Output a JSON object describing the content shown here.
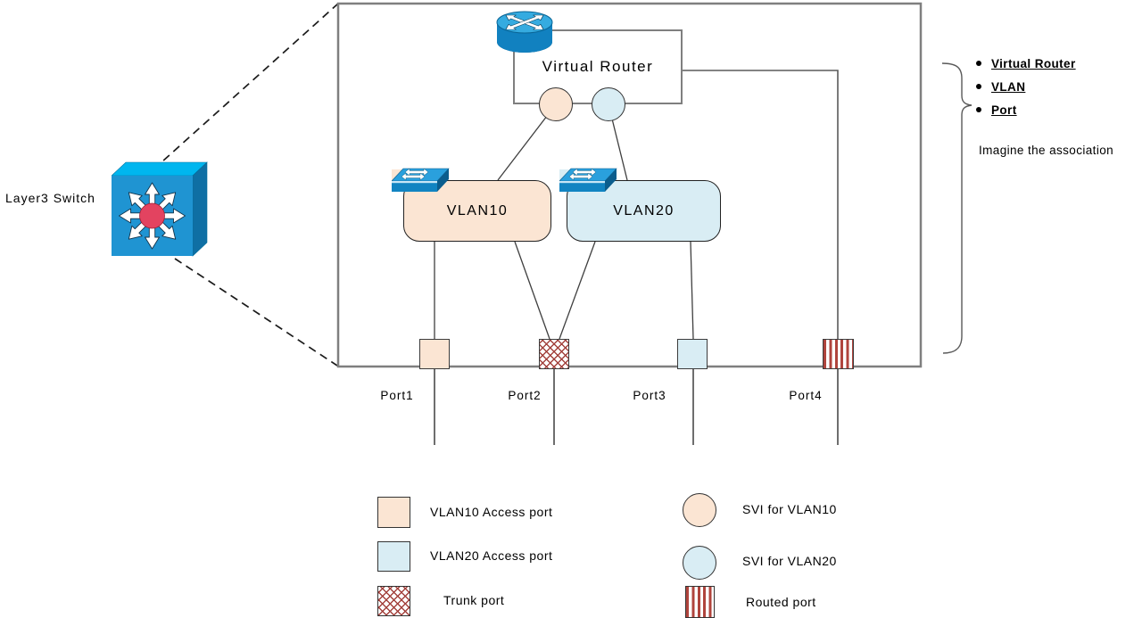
{
  "diagram": {
    "switch_label": "Layer3 Switch",
    "virtual_router": "Virtual Router",
    "vlan10": "VLAN10",
    "vlan20": "VLAN20",
    "ports": [
      {
        "label": "Port1",
        "type": "VLAN10 Access port"
      },
      {
        "label": "Port2",
        "type": "Trunk port"
      },
      {
        "label": "Port3",
        "type": "VLAN20 Access port"
      },
      {
        "label": "Port4",
        "type": "Routed port"
      }
    ],
    "icons": [
      "layer3-switch-icon",
      "router-icon",
      "switch-icon"
    ]
  },
  "annotation": {
    "bullets": [
      {
        "label": "Virtual Router"
      },
      {
        "label": "VLAN"
      },
      {
        "label": "Port"
      }
    ],
    "note": "Imagine the association"
  },
  "legend": {
    "left": [
      {
        "label": "VLAN10 Access port",
        "swatch": "peach-square"
      },
      {
        "label": "VLAN20 Access port",
        "swatch": "blue-square"
      },
      {
        "label": "Trunk port",
        "swatch": "crosshatch-square"
      }
    ],
    "right": [
      {
        "label": "SVI for VLAN10",
        "swatch": "peach-circle"
      },
      {
        "label": "SVI for VLAN20",
        "swatch": "blue-circle"
      },
      {
        "label": "Routed port",
        "swatch": "striped-square"
      }
    ]
  },
  "colors": {
    "vlan10_fill": "#fbe5d3",
    "vlan20_fill": "#d9edf4",
    "hatch_red": "#a3423d",
    "stripe_red": "#b0443d",
    "frame_gray": "#7f7f7f",
    "cube_top": "#00b6ef",
    "cube_front": "#1f94d2",
    "cube_side": "#0f6fa4",
    "core_red": "#e34360"
  }
}
